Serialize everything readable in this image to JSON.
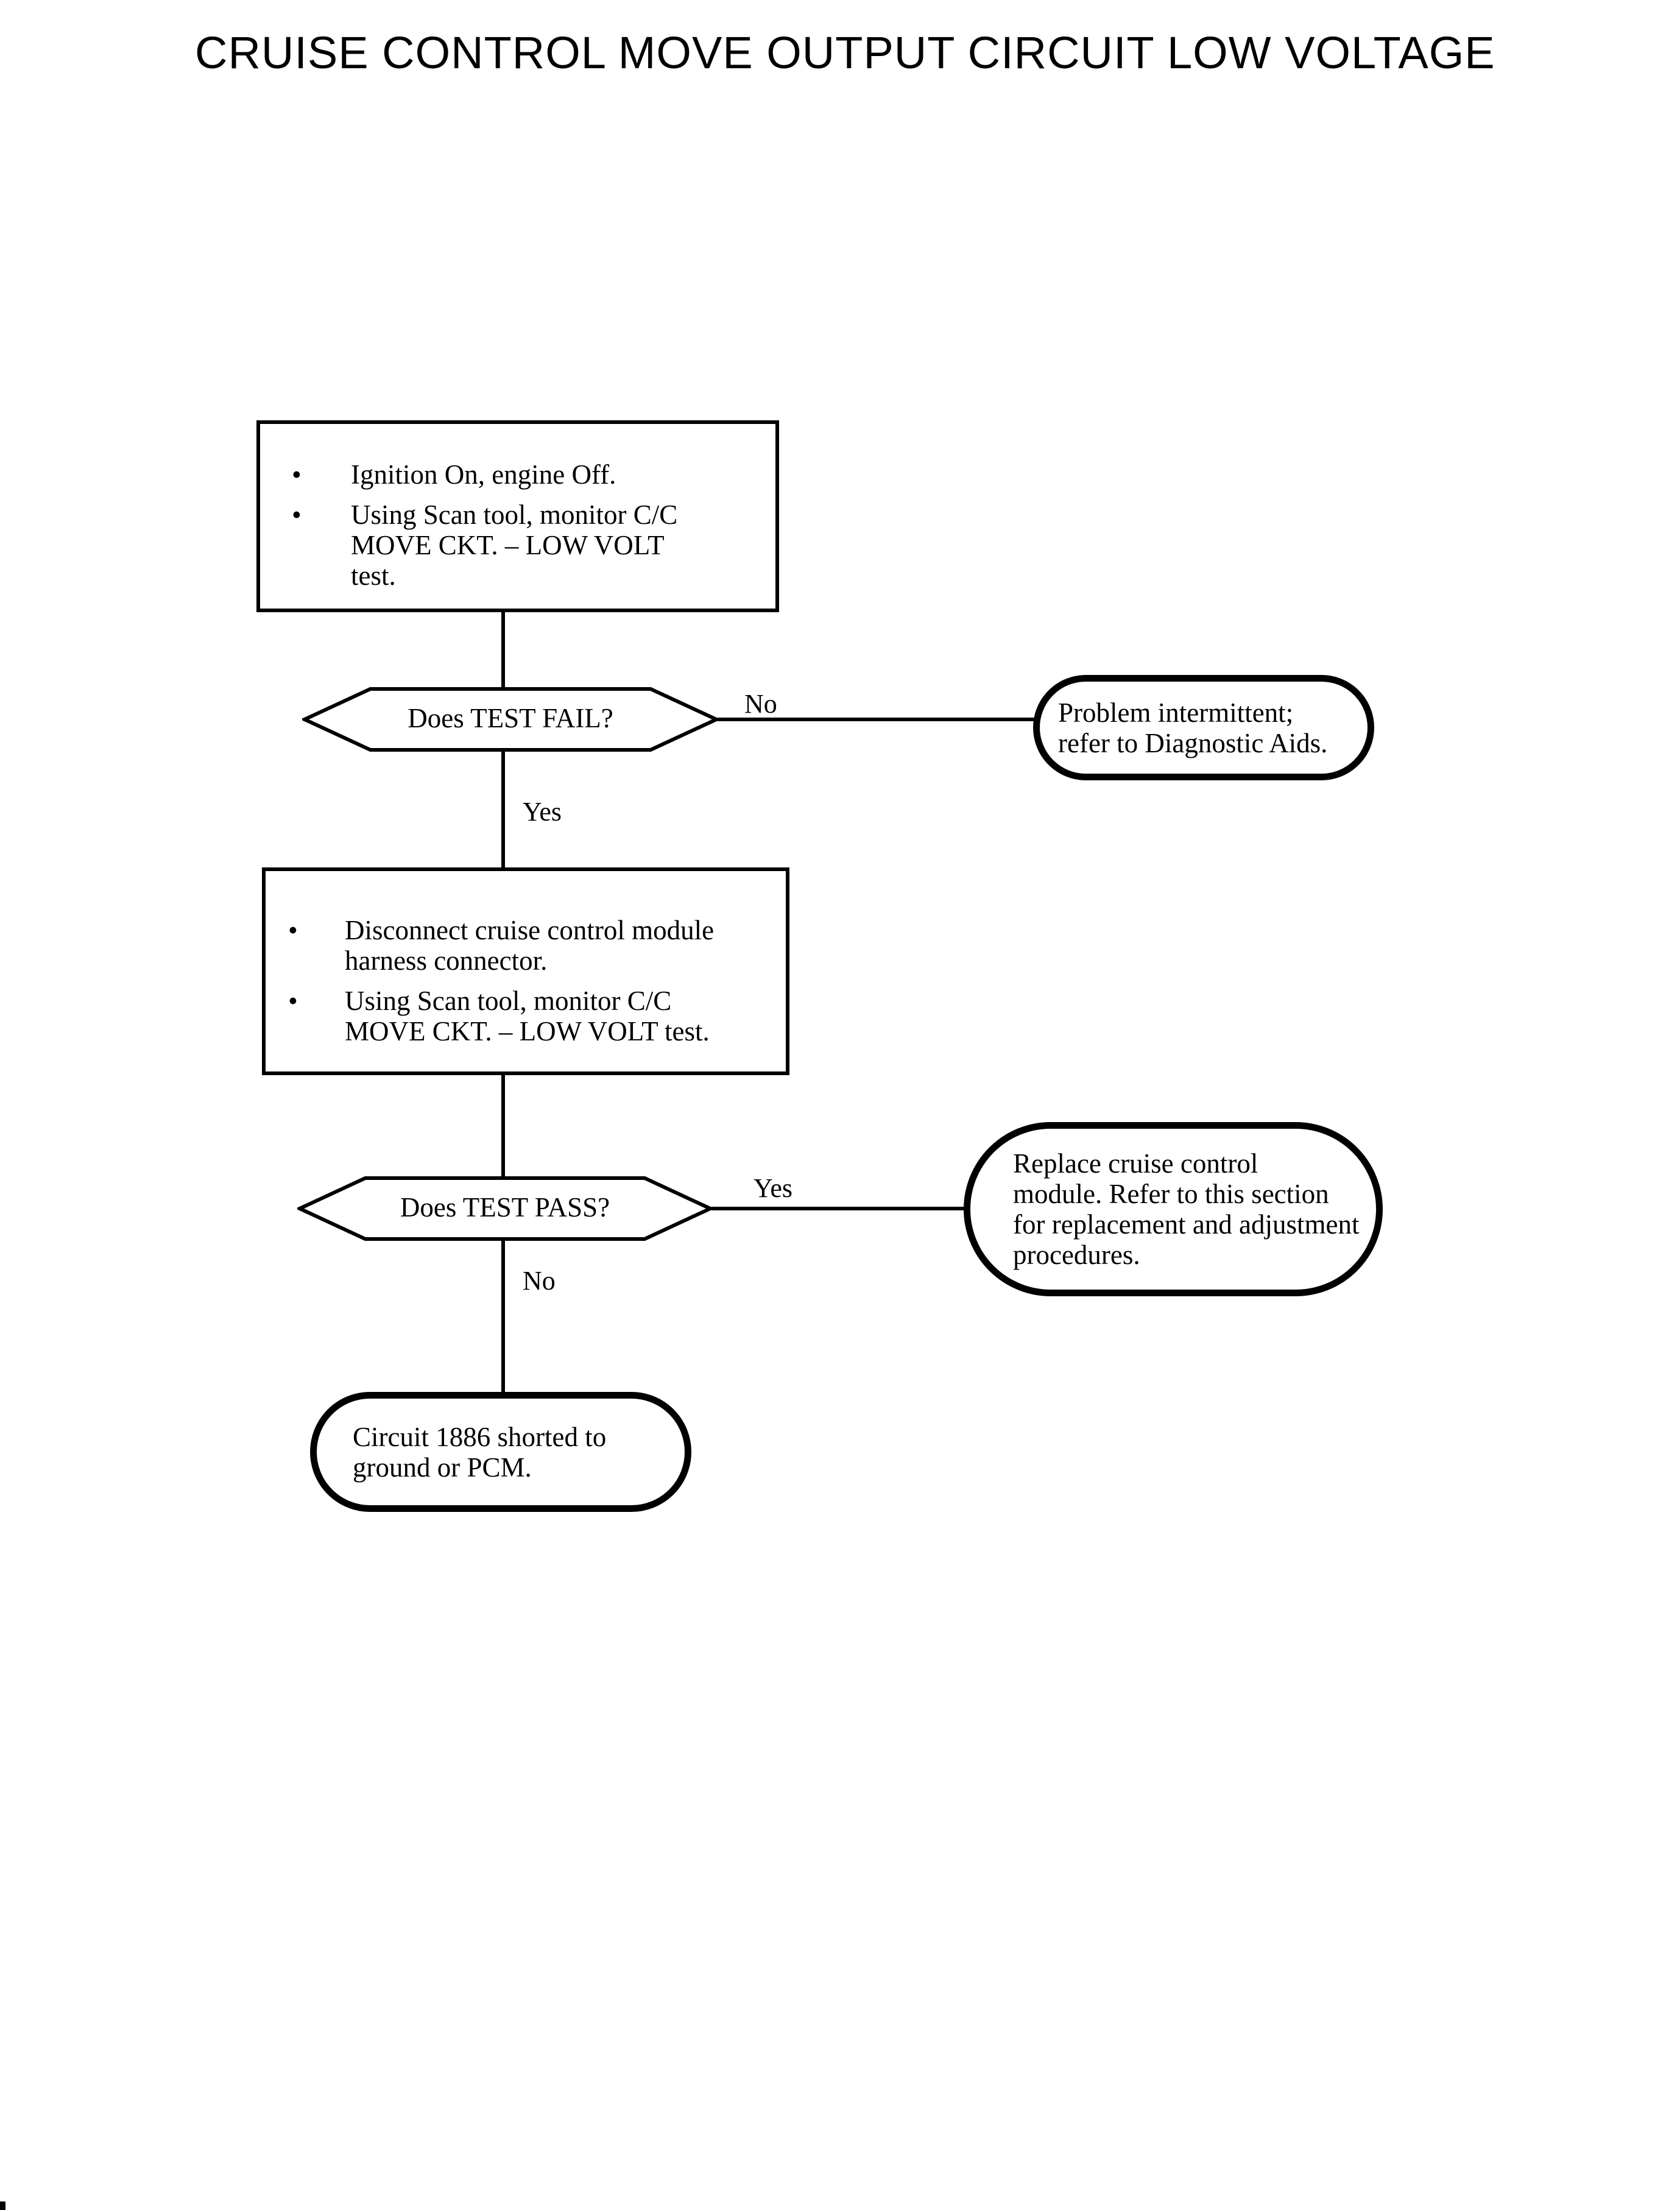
{
  "page": {
    "title": "CRUISE CONTROL MOVE OUTPUT CIRCUIT LOW VOLTAGE"
  },
  "colors": {
    "ink": "#000000",
    "paper": "#ffffff"
  },
  "glyphs": {
    "bullet": "•"
  },
  "flowchart": {
    "step1": {
      "bullets": [
        {
          "lines": [
            "Ignition On, engine Off."
          ]
        },
        {
          "lines": [
            "Using Scan tool, monitor C/C",
            "MOVE CKT. – LOW VOLT",
            "test."
          ]
        }
      ]
    },
    "decision1": {
      "question": "Does TEST FAIL?",
      "no_label": "No",
      "yes_label": "Yes"
    },
    "terminal_intermittent": {
      "lines": [
        "Problem intermittent;",
        "refer to Diagnostic Aids."
      ]
    },
    "step2": {
      "bullets": [
        {
          "lines": [
            "Disconnect cruise control module",
            "harness connector."
          ]
        },
        {
          "lines": [
            "Using Scan tool, monitor C/C",
            "MOVE CKT. – LOW VOLT test."
          ]
        }
      ]
    },
    "decision2": {
      "question": "Does TEST PASS?",
      "yes_label": "Yes",
      "no_label": "No"
    },
    "terminal_replace": {
      "lines": [
        "Replace cruise control",
        "module. Refer to this section",
        "for replacement and adjustment",
        "procedures."
      ]
    },
    "terminal_circuit": {
      "lines": [
        "Circuit 1886 shorted to",
        "ground or PCM."
      ]
    }
  }
}
